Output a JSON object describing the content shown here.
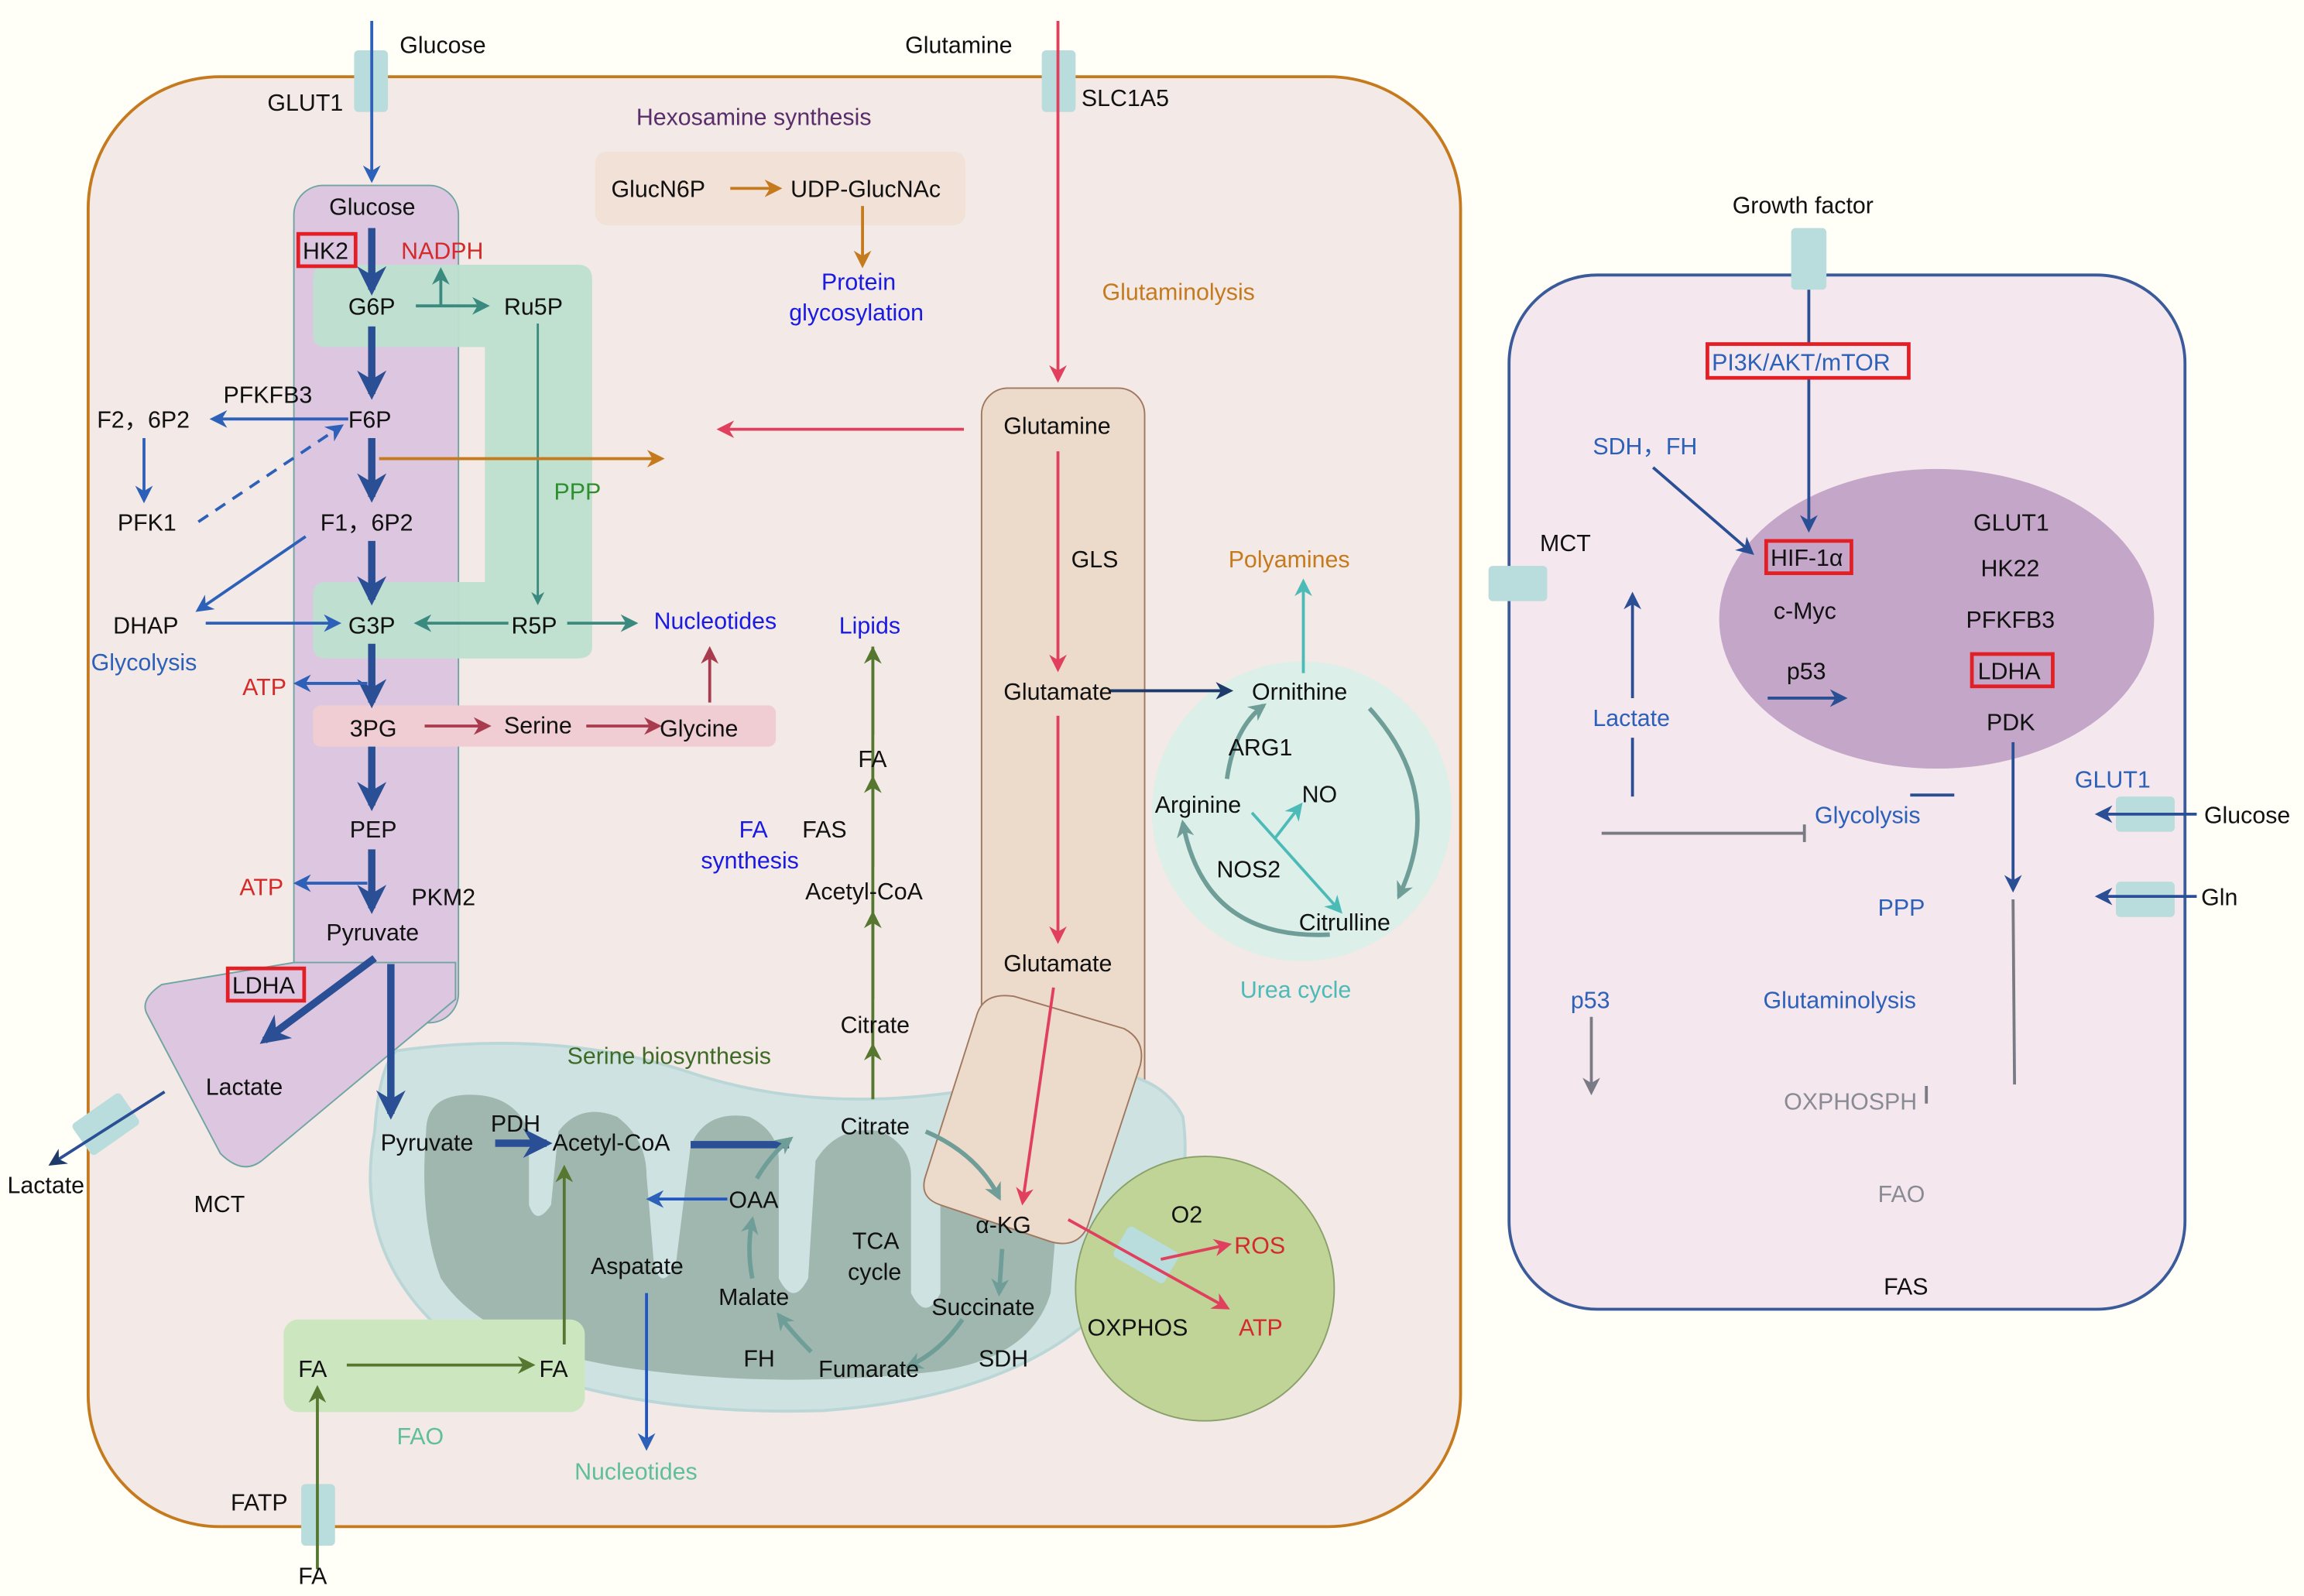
{
  "title": "Tumor cell metabolic reprogramming pathways",
  "colors": {
    "background": "#fffef7",
    "cell1_fill": "#f3e9e6",
    "cell1_border": "#c67a1e",
    "cell2_fill": "#f4e8ee",
    "cell2_border": "#3a5a9a",
    "glycolysis_box": "#dcc6e0",
    "ppp_box": "#bde0cf",
    "serine_box": "#f0ccd3",
    "hexosamine_box": "#f2e1d6",
    "glutamine_box": "#ecdacb",
    "mito_outer": "#cfe2e2",
    "mito_inner": "#9fb7ae",
    "urea_circle": "#dcefe8",
    "oxphos_circle": "#bfd496",
    "fao_box": "#cce6bf",
    "nucleus": "#c3a6c8",
    "transporter": "#b9dcdc",
    "highlight_box": "#e31e24"
  },
  "extracellular": {
    "glucose_in": "Glucose",
    "glut1": "GLUT1",
    "glutamine_in": "Glutamine",
    "slc1a5": "SLC1A5",
    "lactate_out": "Lactate",
    "mct": "MCT",
    "fatp": "FATP",
    "fa_in": "FA"
  },
  "glycolysis": {
    "label": "Glycolysis",
    "glucose": "Glucose",
    "hk2": "HK2",
    "nadph": "NADPH",
    "g6p": "G6P",
    "f6p": "F6P",
    "pfkfb3": "PFKFB3",
    "f26p2": "F2，6P2",
    "pfk1": "PFK1",
    "f16p2": "F1，6P2",
    "dhap": "DHAP",
    "g3p": "G3P",
    "atp1": "ATP",
    "pg3": "3PG",
    "pep": "PEP",
    "atp2": "ATP",
    "pkm2": "PKM2",
    "pyruvate": "Pyruvate",
    "ldha": "LDHA",
    "lactate": "Lactate"
  },
  "ppp": {
    "label": "PPP",
    "ru5p": "Ru5P",
    "r5p": "R5P",
    "nucleotides": "Nucleotides"
  },
  "serine": {
    "serine": "Serine",
    "glycine": "Glycine",
    "label": "Serine biosynthesis"
  },
  "hexosamine": {
    "label": "Hexosamine synthesis",
    "glucn6p": "GlucN6P",
    "udp": "UDP-GlucNAc",
    "protein_glyco_1": "Protein",
    "protein_glyco_2": "glycosylation"
  },
  "glutaminolysis": {
    "label": "Glutaminolysis",
    "glutamine": "Glutamine",
    "gls": "GLS",
    "glutamate1": "Glutamate",
    "glutamate2": "Glutamate"
  },
  "urea": {
    "label": "Urea cycle",
    "polyamines": "Polyamines",
    "ornithine": "Ornithine",
    "arg1": "ARG1",
    "arginine": "Arginine",
    "no": "NO",
    "nos2": "NOS2",
    "citrulline": "Citrulline"
  },
  "fa_synthesis": {
    "lipids": "Lipids",
    "fa": "FA",
    "fas": "FAS",
    "label_1": "FA",
    "label_2": "synthesis",
    "acetylcoa": "Acetyl-CoA",
    "citrate": "Citrate"
  },
  "mitochondria": {
    "pyruvate": "Pyruvate",
    "pdh": "PDH",
    "acetylcoa": "Acetyl-CoA",
    "citrate": "Citrate",
    "oaa": "OAA",
    "aspatate": "Aspatate",
    "tca_1": "TCA",
    "tca_2": "cycle",
    "akg": "α-KG",
    "malate": "Malate",
    "succinate": "Succinate",
    "fh": "FH",
    "fumarate": "Fumarate",
    "sdh": "SDH",
    "nucleotides": "Nucleotides"
  },
  "oxphos": {
    "o2": "O2",
    "ros": "ROS",
    "label": "OXPHOS",
    "atp": "ATP"
  },
  "fao": {
    "fa_left": "FA",
    "fa_right": "FA",
    "label": "FAO"
  },
  "signaling_cell": {
    "growth_factor": "Growth factor",
    "pi3k": "PI3K/AKT/mTOR",
    "sdh_fh": "SDH，FH",
    "mct": "MCT",
    "hif1a": "HIF-1α",
    "cmyc": "c-Myc",
    "p53_nuc": "p53",
    "targets": [
      "GLUT1",
      "HK22",
      "PFKFB3",
      "LDHA",
      "PDK"
    ],
    "lactate": "Lactate",
    "glut1": "GLUT1",
    "glucose": "Glucose",
    "gln": "Gln",
    "glycolysis": "Glycolysis",
    "ppp": "PPP",
    "p53": "p53",
    "glutaminolysis": "Glutaminolysis",
    "oxphosph": "OXPHOSPH",
    "fao": "FAO",
    "fas": "FAS"
  }
}
